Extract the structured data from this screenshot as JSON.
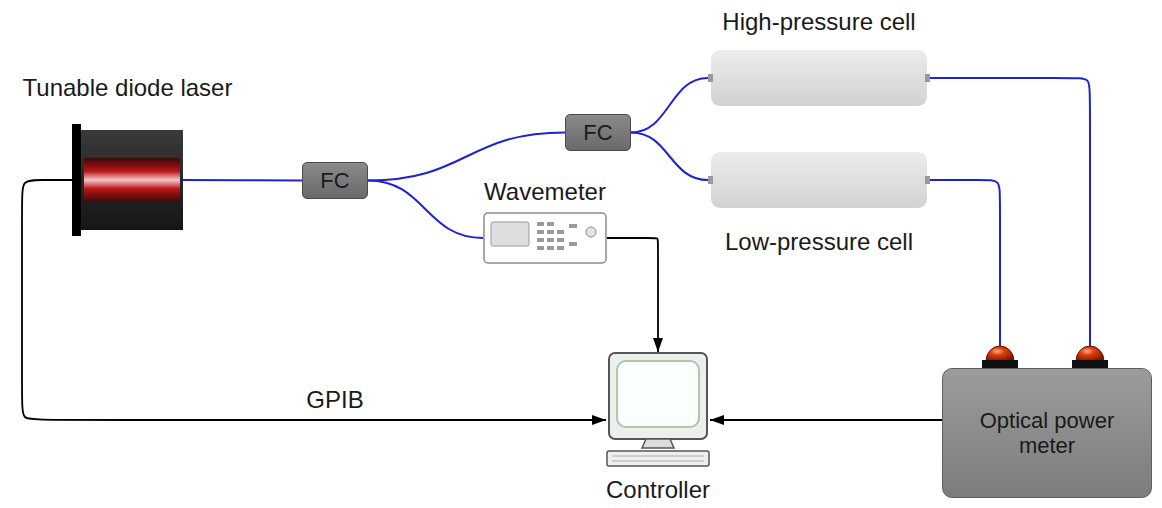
{
  "diagram": {
    "nodes": [
      {
        "text": [
          "Tunable diode laser"
        ]
      },
      {
        "text": [
          "FC"
        ]
      },
      {
        "text": [
          "Wavemeter"
        ]
      },
      {
        "text": [
          "FC"
        ]
      },
      {
        "text": [
          "High-pressure cell"
        ]
      },
      {
        "text": [
          "Low-pressure cell"
        ]
      },
      {
        "text": [
          "Optical power meter"
        ]
      },
      {
        "text": [
          "Controller"
        ]
      }
    ],
    "edges": [
      {
        "from": 0,
        "to": 1,
        "arrow": "none"
      },
      {
        "from": 1,
        "to": 3,
        "arrow": "none"
      },
      {
        "from": 1,
        "to": 2,
        "arrow": "none"
      },
      {
        "from": 3,
        "to": 4,
        "arrow": "none"
      },
      {
        "from": 3,
        "to": 5,
        "arrow": "none"
      },
      {
        "from": 4,
        "to": 6,
        "arrow": "none"
      },
      {
        "from": 5,
        "to": 6,
        "arrow": "none"
      },
      {
        "from": 0,
        "to": 7,
        "label": "GPIB",
        "arrow": "to"
      },
      {
        "from": 2,
        "to": 7,
        "arrow": "to"
      },
      {
        "from": 6,
        "to": 7,
        "arrow": "to"
      }
    ]
  }
}
